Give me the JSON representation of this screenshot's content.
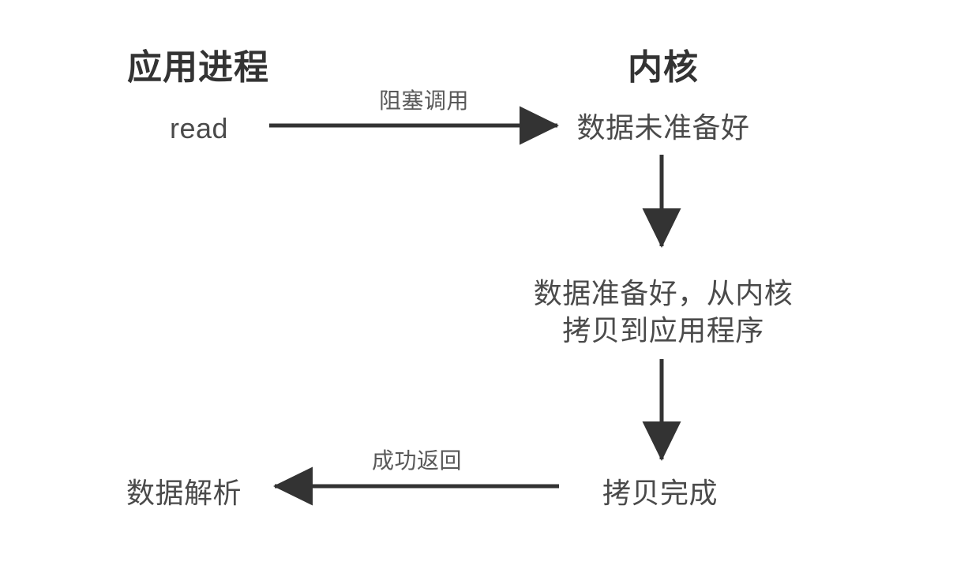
{
  "diagram": {
    "title_app": "应用进程",
    "title_kernel": "内核",
    "nodes": {
      "read": "read",
      "data_not_ready": "数据未准备好",
      "data_ready_line1": "数据准备好，从内核",
      "data_ready_line2": "拷贝到应用程序",
      "copy_done": "拷贝完成",
      "data_parse": "数据解析"
    },
    "edges": {
      "blocking_call": "阻塞调用",
      "success_return": "成功返回"
    },
    "colors": {
      "background": "#ffffff",
      "stroke": "#333333",
      "title_text": "#333333",
      "node_text": "#4a4a4a",
      "label_text": "#595959"
    }
  }
}
